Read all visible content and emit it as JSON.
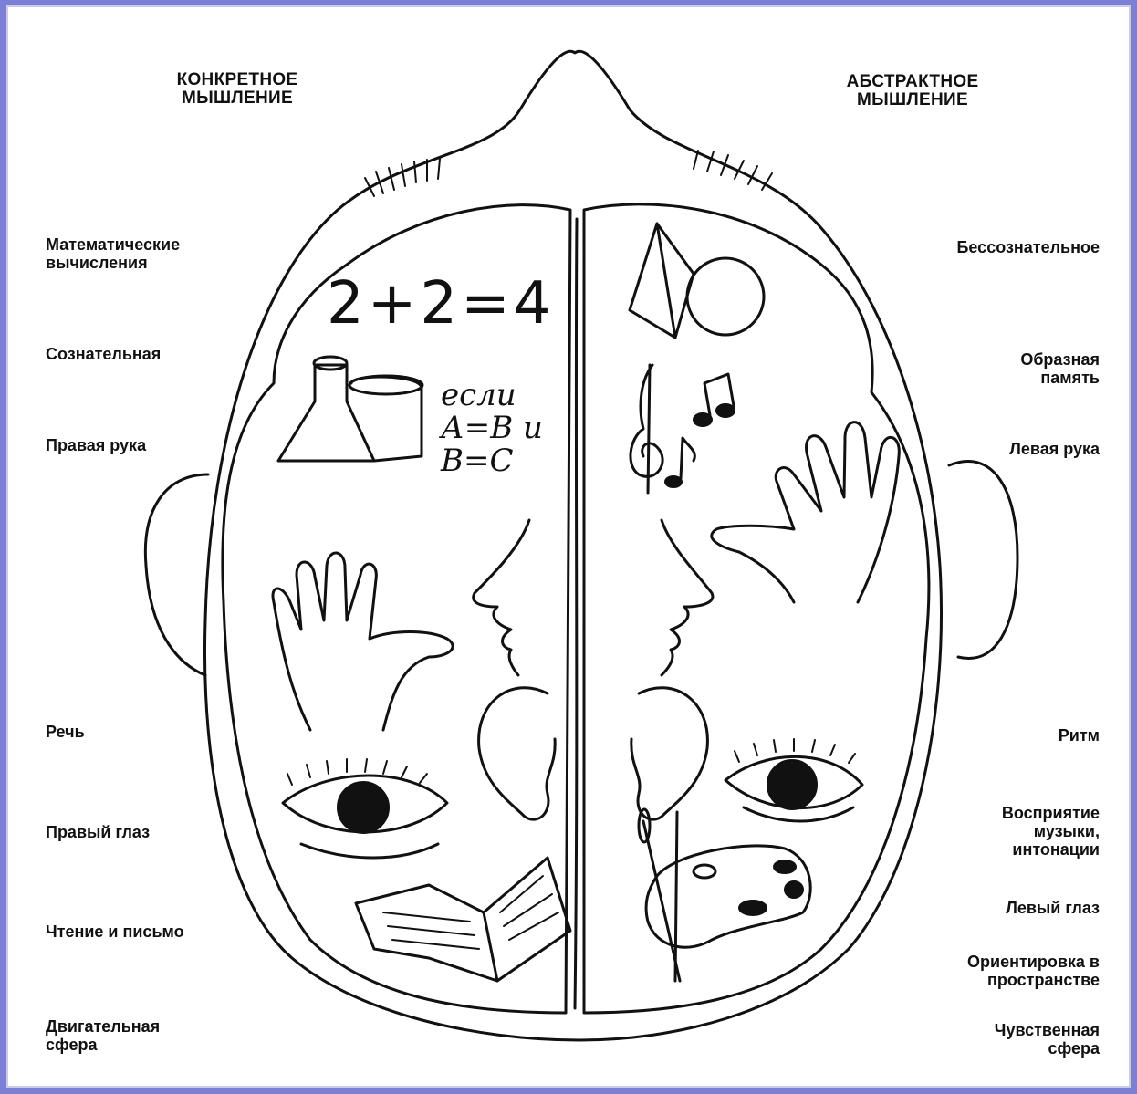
{
  "header": {
    "left": "КОНКРЕТНОЕ\nМЫШЛЕНИЕ",
    "right": "АБСТРАКТНОЕ\nМЫШЛЕНИЕ"
  },
  "left_labels": [
    "Математические\nвычисления",
    "Сознательная",
    "Правая рука",
    "Речь",
    "Правый глаз",
    "Чтение и письмо",
    "Двигательная\nсфера"
  ],
  "right_labels": [
    "Бессознательное",
    "Образная\nпамять",
    "Левая рука",
    "Ритм",
    "Восприятие\nмузыки,\nинтонации",
    "Левый глаз",
    "Ориентировка в\nпространстве",
    "Чувственная\nсфера"
  ],
  "drawing": {
    "equation": "2+2=4",
    "logic": "если\nА=В и\nВ=С"
  }
}
